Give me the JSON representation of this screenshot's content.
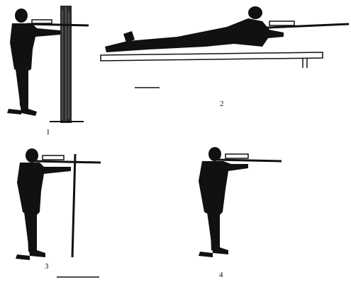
{
  "panels": [
    {
      "id": "standing-with-post",
      "number": "1"
    },
    {
      "id": "prone",
      "number": "2"
    },
    {
      "id": "standing-with-stick",
      "number": "3"
    },
    {
      "id": "standing-unsupported",
      "number": "4"
    }
  ],
  "colors": {
    "ink": "#111111",
    "paper": "#ffffff",
    "wood": "#2a2a2a"
  }
}
